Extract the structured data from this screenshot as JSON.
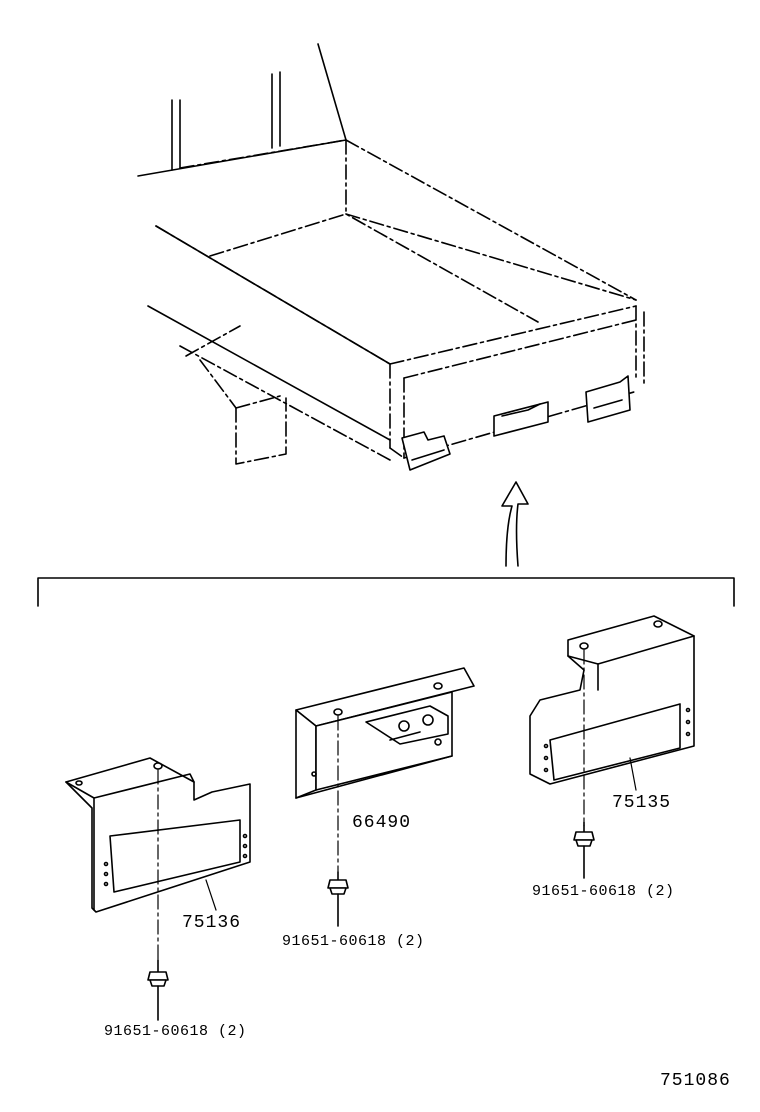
{
  "parts": {
    "bracket_left": "75136",
    "bracket_right": "75135",
    "bracket_center": "66490",
    "bolt_left": "91651-60618 (2)",
    "bolt_center": "91651-60618 (2)",
    "bolt_right": "91651-60618 (2)"
  },
  "reference_number": "751086"
}
